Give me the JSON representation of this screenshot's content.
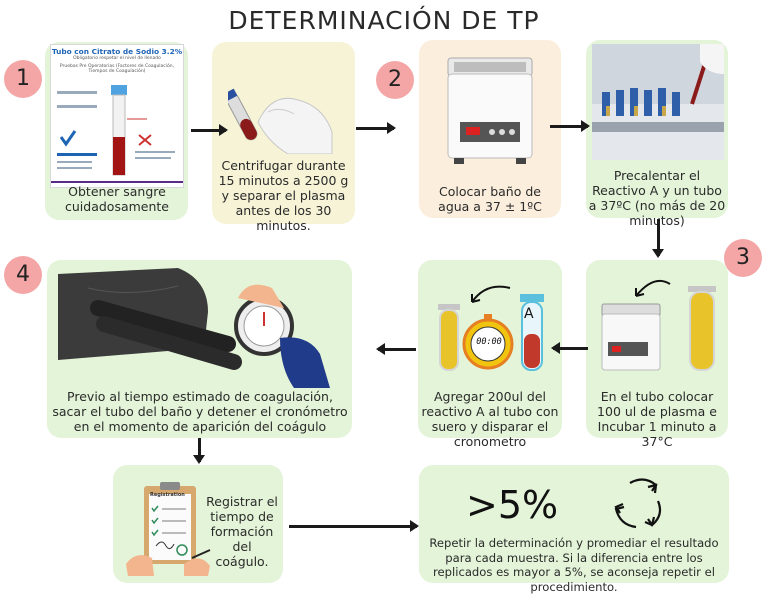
{
  "title": "DETERMINACIÓN DE TP",
  "badges": [
    "1",
    "2",
    "3",
    "4"
  ],
  "steps": {
    "s1": "Obtener sangre cuidadosamente",
    "s2": "Centrifugar durante 15 minutos a 2500 g y separar el plasma antes de los 30 minutos.",
    "s3": "Colocar baño de agua a 37 ± 1ºC",
    "s4": "Precalentar el Reactivo A y un tubo a 37ºC (no más de 20 minutos)",
    "s5": "En el tubo colocar 100 ul de plasma e Incubar 1 minuto a 37°C",
    "s6": "Agregar 200ul del reactivo A al tubo con suero y disparar el cronometro",
    "s7": "Previo al tiempo estimado de coagulación, sacar el tubo del baño y detener el cronómetro en el momento de aparición del coágulo",
    "s8": "Registrar el tiempo de formación del coágulo.",
    "s9": "Repetir la determinación y promediar el resultado para cada muestra. Si la diferencia entre los replicados es mayor a 5%, se aconseja repetir el procedimiento."
  },
  "sheet": {
    "heading": "Tubo con Citrato de Sodio  3.2%",
    "sub": "Obligatorio   respetar el nivel de llenado",
    "sub2": "Pruebas Pre Operatorias (Factores de Coagulación, Tiempos de Coagulación)"
  },
  "stopwatch_display": "00:00",
  "reagent_letter": "A",
  "clipboard_label": "Registration",
  "percent_label": ">5%",
  "colors": {
    "green": "#e3f4d8",
    "peach": "#fbeedd",
    "badge": "#f4a6a6"
  }
}
